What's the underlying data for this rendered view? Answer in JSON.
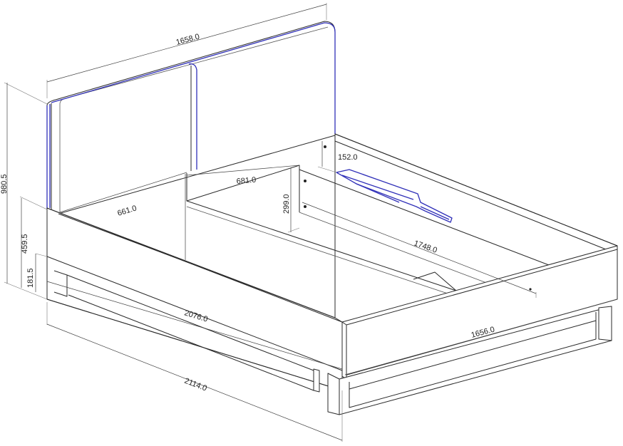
{
  "colors": {
    "line": "#2a2a2a",
    "accent": "#3030b8",
    "background": "#ffffff"
  },
  "dimensions": {
    "headboard_width": "1658.0",
    "total_height": "980.5",
    "side_height": "459.5",
    "base_height": "181.5",
    "inner_width_left": "661.0",
    "inner_width_right": "681.0",
    "rail_offset": "152.0",
    "rail_height": "299.0",
    "inner_length": "1748.0",
    "side_length": "2076.0",
    "total_length": "2114.0",
    "foot_width": "1656.0"
  }
}
